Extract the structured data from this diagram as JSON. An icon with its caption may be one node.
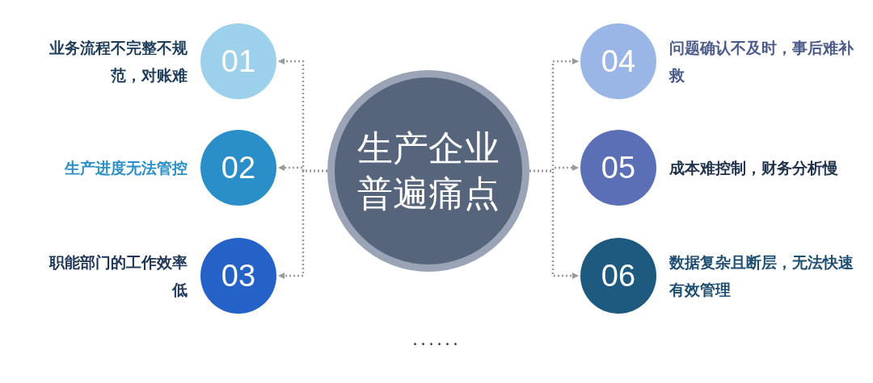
{
  "diagram": {
    "nodes": [
      {
        "text": [
          "生产企业普遍痛点"
        ]
      },
      {
        "text": [
          "01"
        ],
        "beside": [
          "业务流程不完整不规范，对账难"
        ]
      },
      {
        "text": [
          "02"
        ],
        "beside": [
          "生产进度无法管控"
        ]
      },
      {
        "text": [
          "03"
        ],
        "beside": [
          "职能部门的工作效率低"
        ]
      },
      {
        "text": [
          "04"
        ],
        "beside": [
          "问题确认不及时，事后难补救"
        ]
      },
      {
        "text": [
          "05"
        ],
        "beside": [
          "成本难控制，财务分析慢"
        ]
      },
      {
        "text": [
          "06"
        ],
        "beside": [
          "数据复杂且断层，无法快速有效管理"
        ]
      }
    ],
    "edges": [
      {
        "from": 0,
        "to": 1,
        "arrow": "to"
      },
      {
        "from": 0,
        "to": 2,
        "arrow": "to"
      },
      {
        "from": 0,
        "to": 3,
        "arrow": "to"
      },
      {
        "from": 0,
        "to": 4,
        "arrow": "to"
      },
      {
        "from": 0,
        "to": 5,
        "arrow": "to"
      },
      {
        "from": 0,
        "to": 6,
        "arrow": "to"
      }
    ],
    "labels": [
      "......"
    ]
  }
}
